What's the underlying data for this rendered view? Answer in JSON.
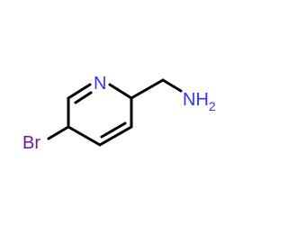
{
  "molecule": {
    "atoms": {
      "nitrogen_ring": {
        "label": "N",
        "color": "#3333ff"
      },
      "bromine": {
        "label": "Br",
        "color": "#6a1b9a"
      },
      "amine": {
        "label": "NH",
        "subscript": "2",
        "color": "#3333ff"
      }
    },
    "bond_color": "#000000"
  }
}
